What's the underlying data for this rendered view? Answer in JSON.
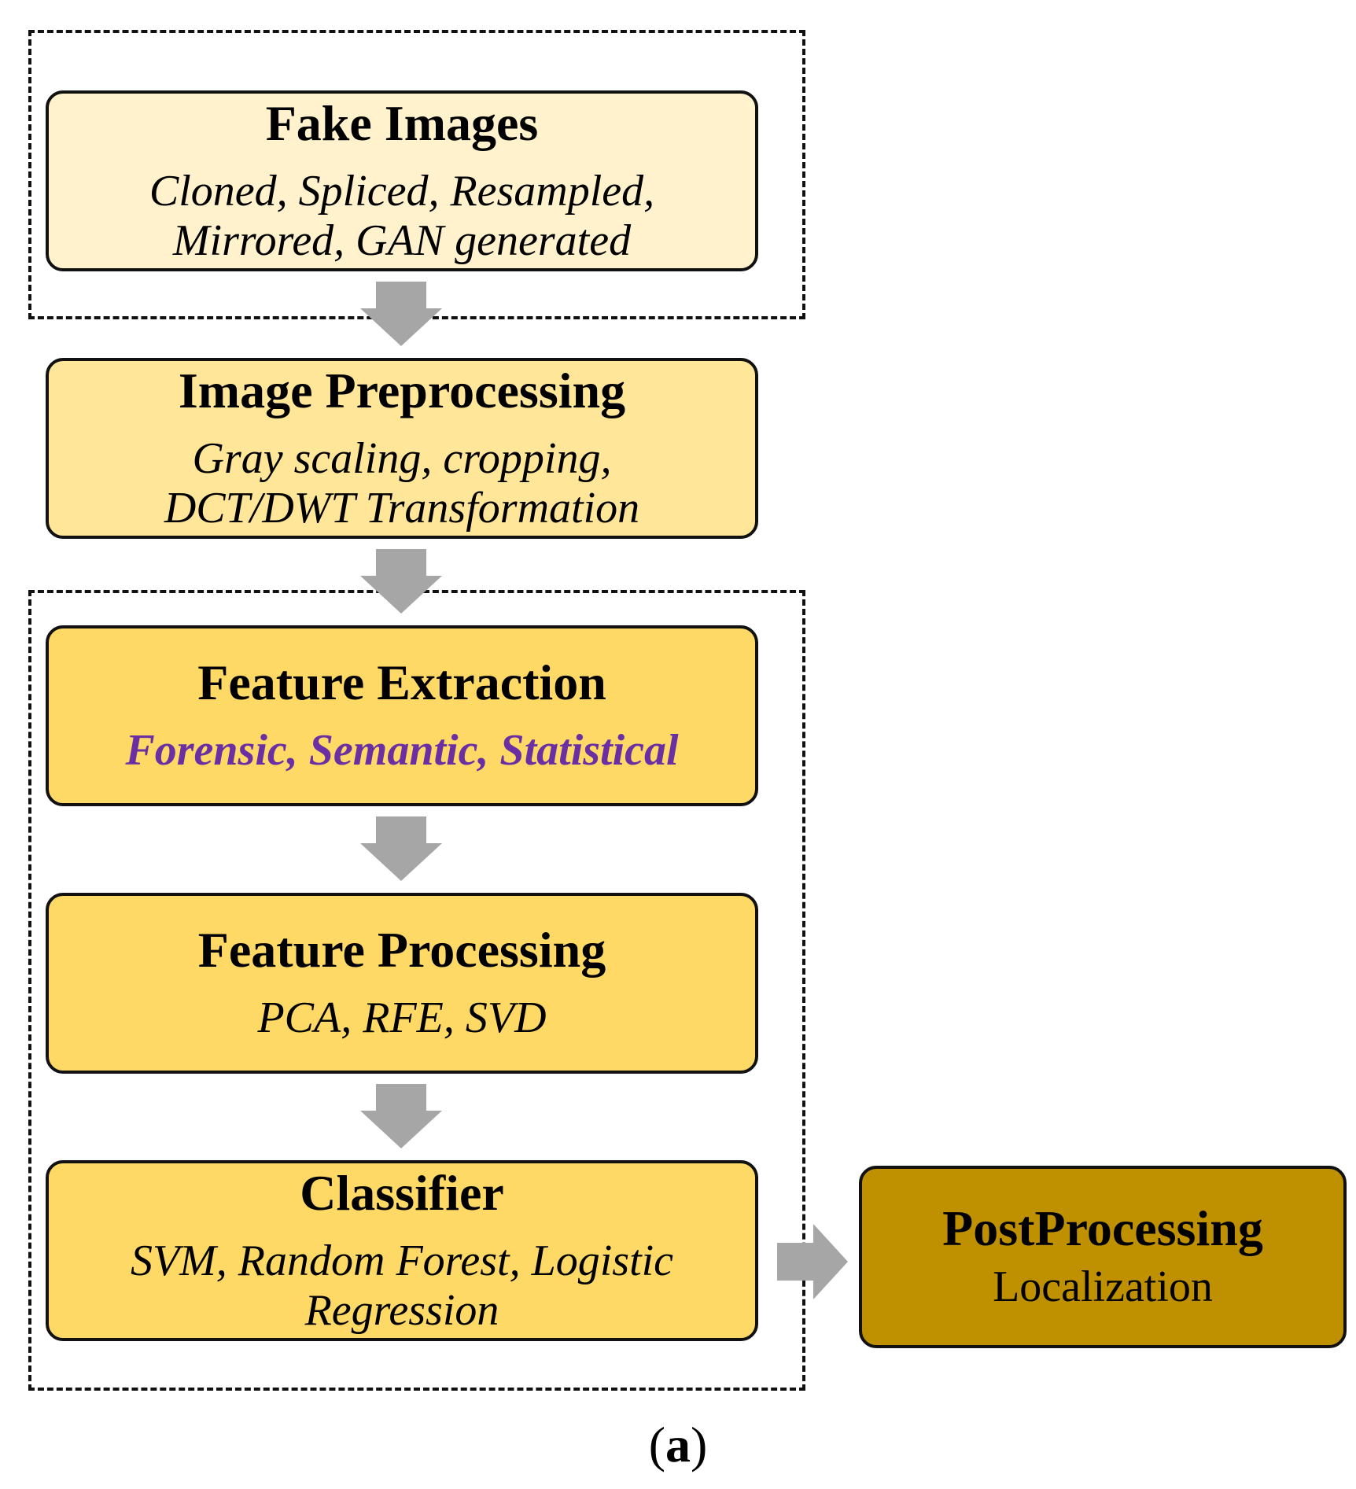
{
  "colors": {
    "light_yellow": "#fff2cc",
    "pale_yellow": "#ffe699",
    "yellow": "#ffd966",
    "dark_gold": "#bf9000",
    "arrow_gray": "#a6a6a6",
    "accent_purple": "#6a2fa3"
  },
  "boxes": {
    "fake_images": {
      "title": "Fake Images",
      "line1": "Cloned, Spliced, Resampled,",
      "line2": "Mirrored, GAN generated"
    },
    "image_preprocessing": {
      "title": "Image Preprocessing",
      "line1": "Gray scaling, cropping,",
      "line2": "DCT/DWT Transformation"
    },
    "feature_extraction": {
      "title": "Feature Extraction",
      "line1": "Forensic, Semantic, Statistical"
    },
    "feature_processing": {
      "title": "Feature Processing",
      "line1": "PCA, RFE, SVD"
    },
    "classifier": {
      "title": "Classifier",
      "line1": "SVM, Random Forest, Logistic",
      "line2": "Regression"
    },
    "postprocessing": {
      "title": "PostProcessing",
      "line1": "Localization"
    }
  },
  "caption": {
    "open": "(",
    "letter": "a",
    "close": ")"
  }
}
